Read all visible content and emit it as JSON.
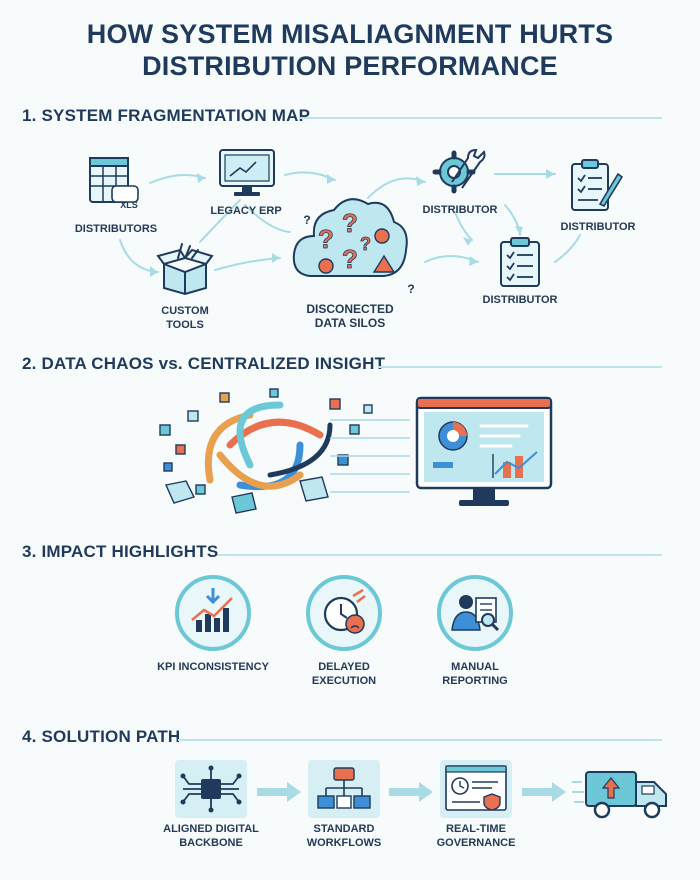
{
  "title_line1": "HOW SYSTEM MISALIAGNMENT HURTS",
  "title_line2": "DISTRIBUTION PERFORMANCE",
  "sections": {
    "s1": "1. SYSTEM FRAGMENTATION MAP",
    "s2": "2. DATA CHAOS vs. CENTRALIZED INSIGHT",
    "s3": "3. IMPACT HIGHLIGHTS",
    "s4": "4. SOLUTION PATH"
  },
  "map": {
    "distributors_left": "DISTRIBUTORS",
    "legacy_erp": "LEGACY ERP",
    "custom_tools_1": "CUSTOM",
    "custom_tools_2": "TOOLS",
    "silos_1": "DISCONECTED",
    "silos_2": "DATA SILOS",
    "distributor_top": "DISTRIBUTOR",
    "distributor_right": "DISTRIBUTOR",
    "distributor_bottom": "DISTRIBUTOR",
    "xls": "XLS",
    "q1": "?",
    "q2": "?"
  },
  "impact": [
    {
      "line1": "KPI INCONSISTENCY",
      "line2": ""
    },
    {
      "line1": "DELAYED",
      "line2": "EXECUTION"
    },
    {
      "line1": "MANUAL",
      "line2": "REPORTING"
    }
  ],
  "solution": [
    {
      "line1": "ALIGNED DIGITAL",
      "line2": "BACKBONE"
    },
    {
      "line1": "STANDARD",
      "line2": "WORKFLOWS"
    },
    {
      "line1": "REAL-TIME",
      "line2": "GOVERNANCE"
    }
  ],
  "colors": {
    "navy": "#1f3a5c",
    "teal": "#6cc7d6",
    "light_teal": "#bfe7ef",
    "orange": "#e8704f",
    "blue": "#3d8fd8"
  }
}
